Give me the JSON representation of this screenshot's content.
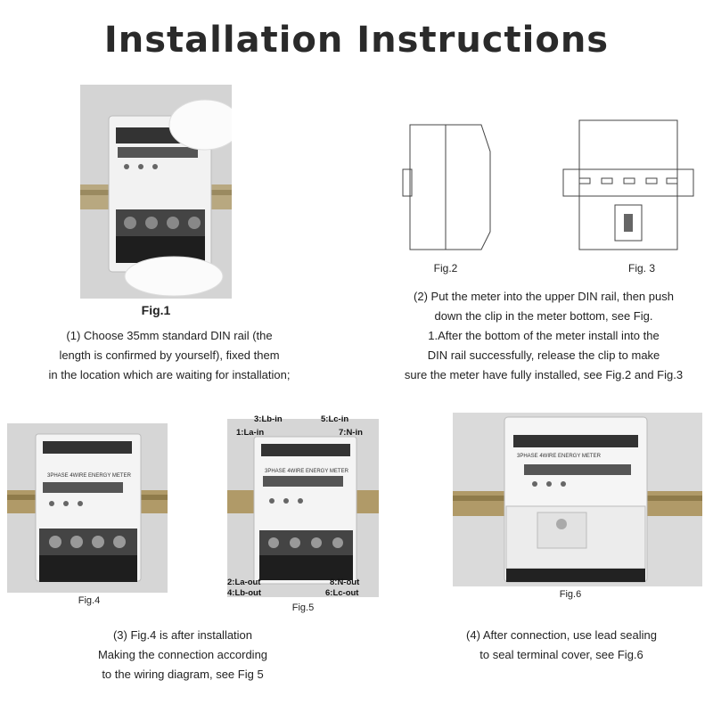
{
  "title": "Installation Instructions",
  "figures": {
    "fig1": "Fig.1",
    "fig2": "Fig.2",
    "fig3": "Fig. 3",
    "fig4": "Fig.4",
    "fig5": "Fig.5",
    "fig6": "Fig.6"
  },
  "meter_label": "3PHASE 4WIRE ENERGY METER",
  "fig5_labels": {
    "lb_in": "3:Lb-in",
    "lc_in": "5:Lc-in",
    "la_in": "1:La-in",
    "n_in": "7:N-in",
    "la_out": "2:La-out",
    "n_out": "8:N-out",
    "lb_out": "4:Lb-out",
    "lc_out": "6:Lc-out"
  },
  "steps": {
    "step1": [
      "(1) Choose 35mm standard DIN rail (the",
      "length is confirmed by yourself), fixed them",
      "in the location which are waiting for installation;"
    ],
    "step2": [
      "(2) Put the meter into the upper DIN rail, then push",
      "down the clip in the meter bottom, see Fig.",
      "1.After the bottom of the meter install into the",
      "DIN rail successfully, release the clip to make",
      "sure the meter have fully installed, see Fig.2 and Fig.3"
    ],
    "step3": [
      "(3) Fig.4 is after installation",
      "Making the connection according",
      "to the wiring diagram, see Fig 5"
    ],
    "step4": [
      "(4) After connection, use lead sealing",
      "to seal terminal cover, see Fig.6"
    ]
  }
}
